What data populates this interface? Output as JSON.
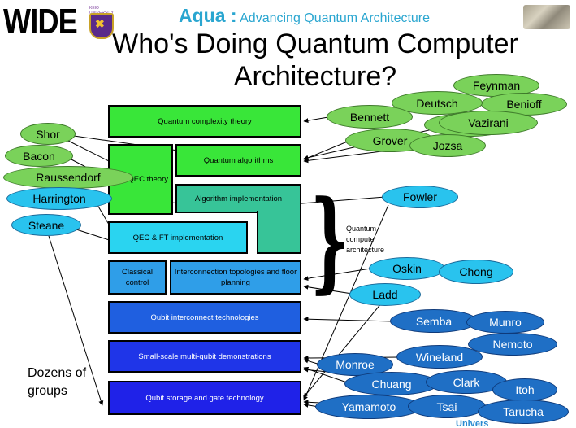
{
  "header": {
    "logo_text": "WIDE",
    "crest_caption": "KEIO UNIVERSITY",
    "aqua_brand": "Aqua :",
    "aqua_tagline": "Advancing Quantum Architecture",
    "title_line1": "Who's Doing Quantum Computer",
    "title_line2": "Architecture?"
  },
  "boxes": {
    "complexity": "Quantum complexity theory",
    "qec_theory": "QEC theory",
    "algorithms": "Quantum algorithms",
    "alg_impl": "Algorithm implementation",
    "qec_ft": "QEC & FT implementation",
    "classical": "Classical control",
    "interconnection": "Interconnection topologies and floor planning",
    "qubit_interconnect": "Qubit interconnect technologies",
    "small_scale": "Small-scale multi-qubit demonstrations",
    "storage": "Qubit storage and gate technology"
  },
  "brace_label": "Quantum computer architecture",
  "people": {
    "shor": "Shor",
    "bacon": "Bacon",
    "raussendorf": "Raussendorf",
    "harrington": "Harrington",
    "steane": "Steane",
    "feynman": "Feynman",
    "deutsch": "Deutsch",
    "benioff": "Benioff",
    "bennett": "Bennett",
    "vazirani": "Vazirani",
    "grover": "Grover",
    "jozsa": "Jozsa",
    "fowler": "Fowler",
    "oskin": "Oskin",
    "chong": "Chong",
    "ladd": "Ladd",
    "semba": "Semba",
    "munro": "Munro",
    "nemoto": "Nemoto",
    "wineland": "Wineland",
    "monroe": "Monroe",
    "chuang": "Chuang",
    "clark": "Clark",
    "itoh": "Itoh",
    "yamamoto": "Yamamoto",
    "tsai": "Tsai",
    "tarucha": "Tarucha"
  },
  "footer": {
    "dozens": "Dozens of groups",
    "univ": "Univers"
  },
  "colors": {
    "green_box": "#39e639",
    "teal_box": "#37c498",
    "cyan_box": "#2ad4f0",
    "sky_box": "#2f9ee8",
    "blue_box": "#1f5fe0",
    "deep_blue_box": "#1f35e8",
    "green_oval": "#7ad25a",
    "cyan_oval": "#29c3ee",
    "blue_oval": "#1f6fc5",
    "aqua_text": "#2aa6d0"
  }
}
